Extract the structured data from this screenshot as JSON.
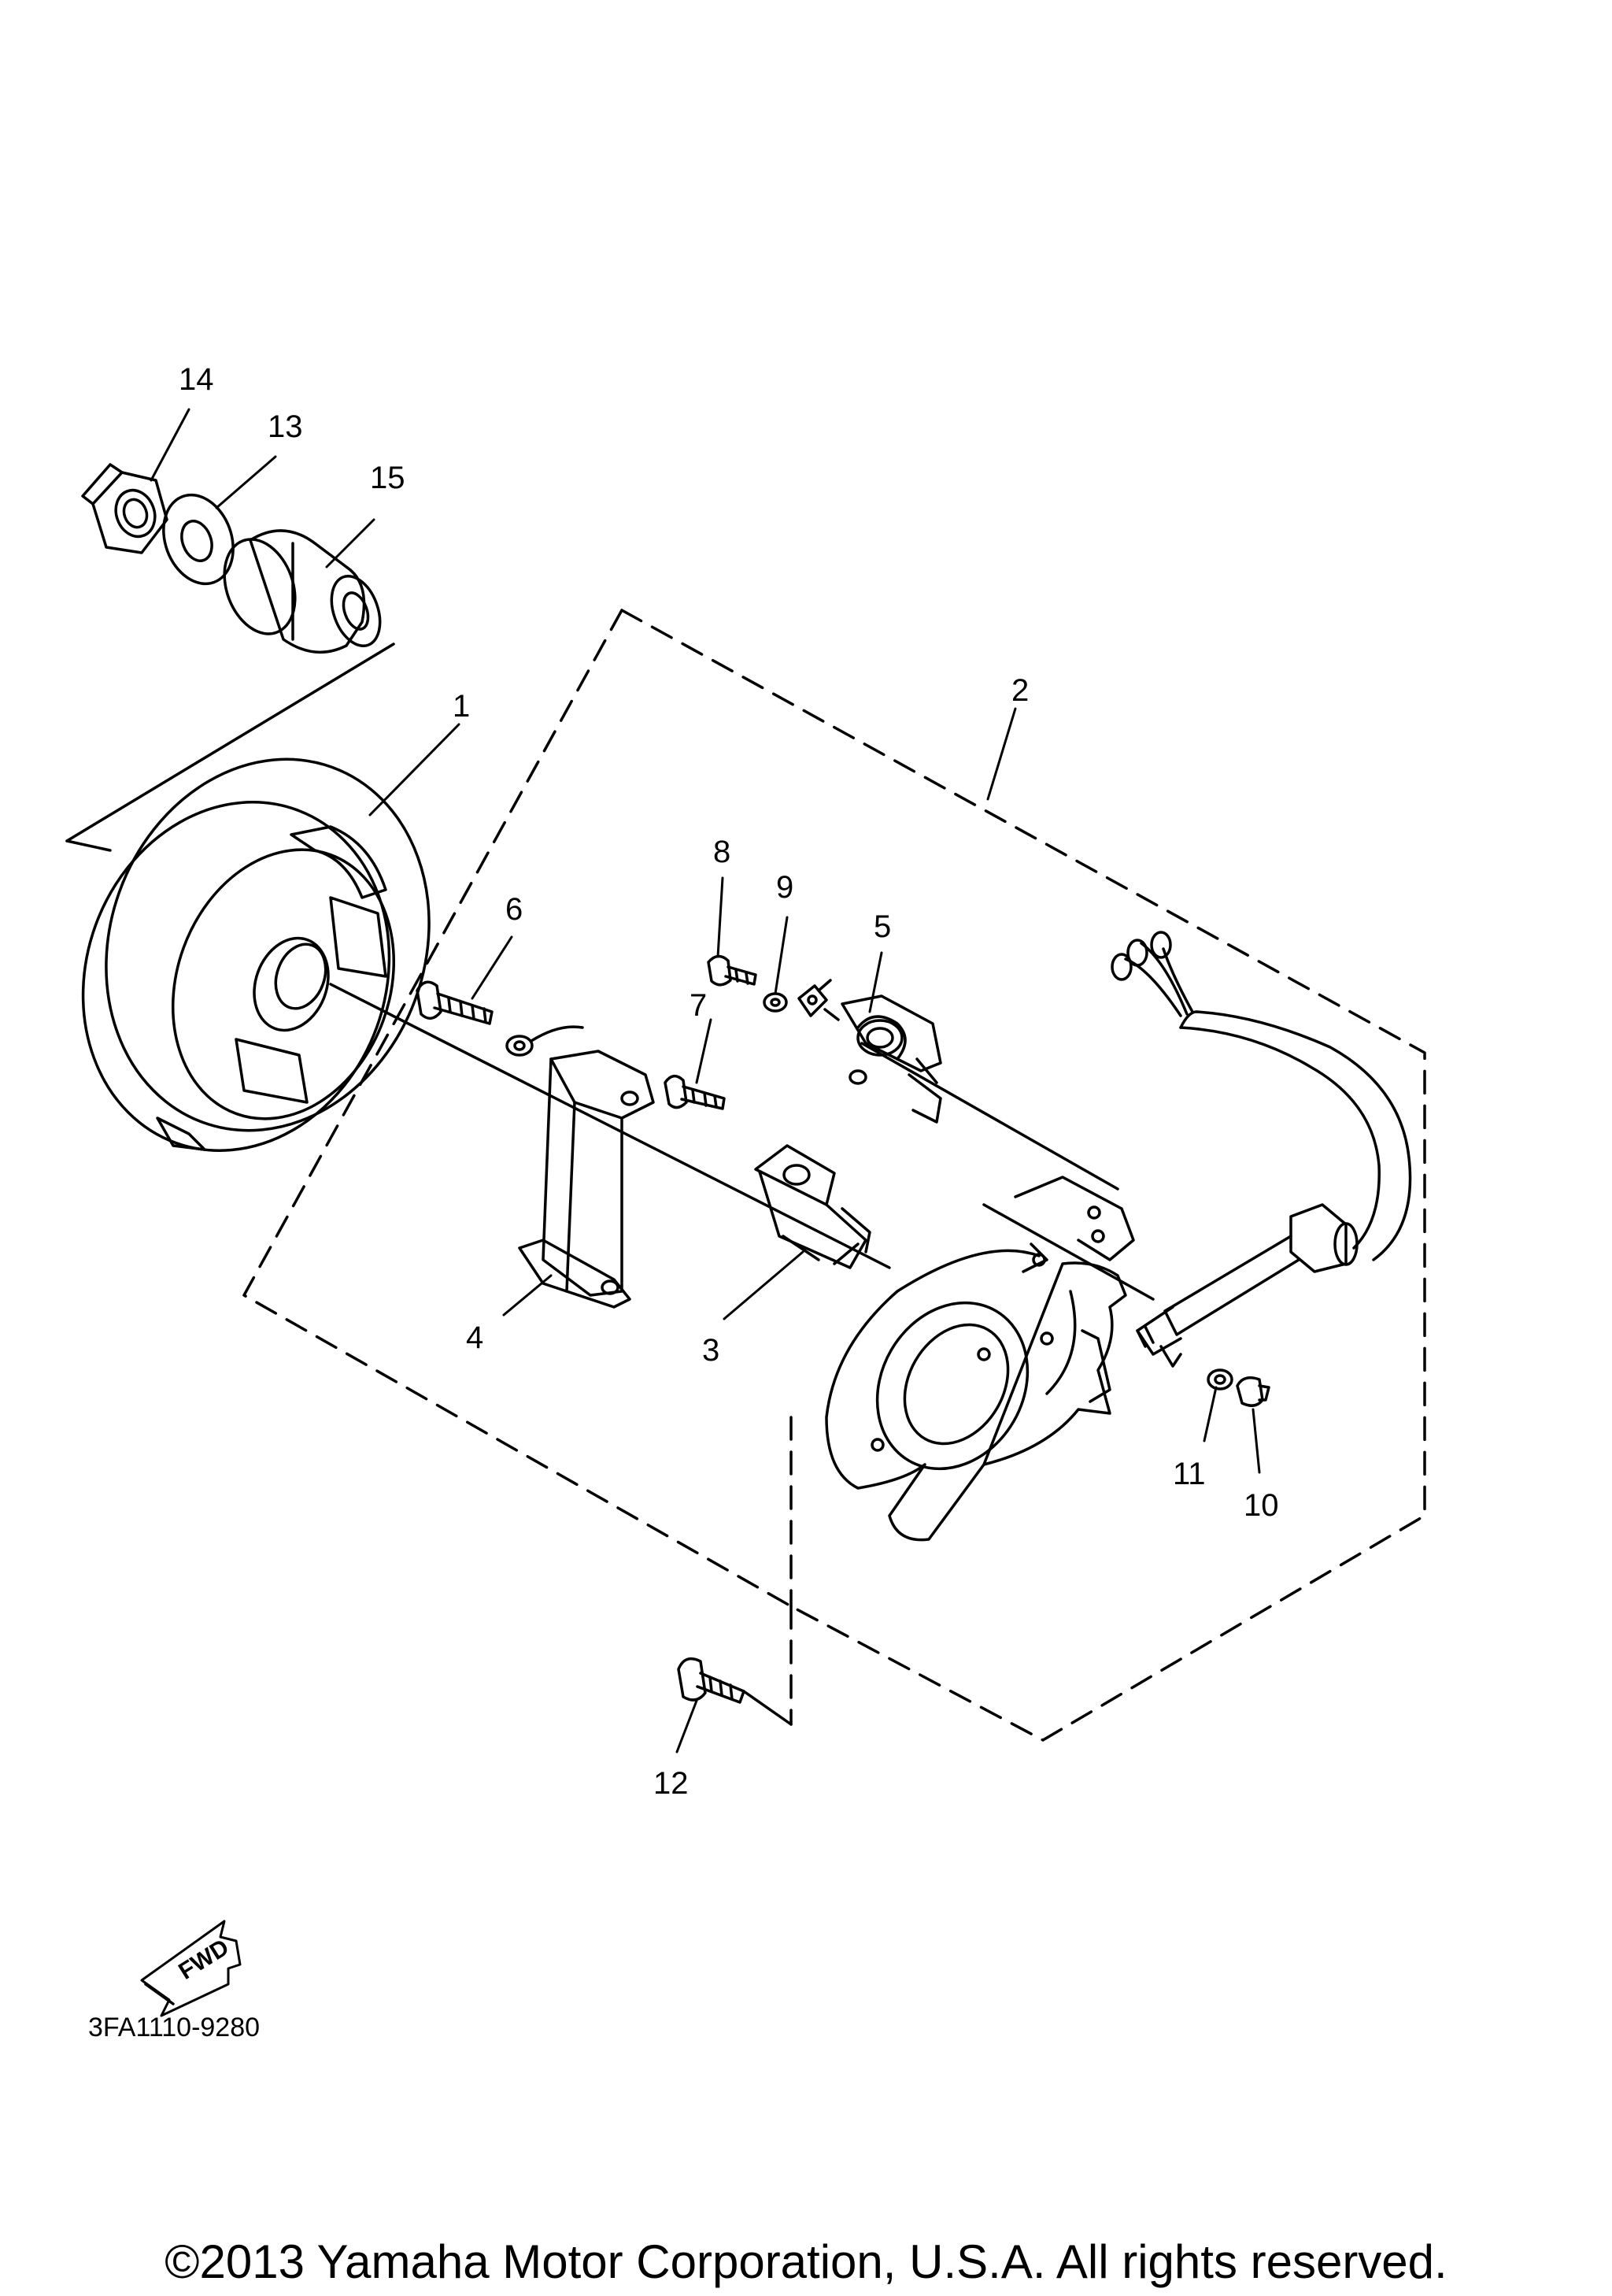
{
  "part_labels": [
    {
      "id": "1",
      "text": "1"
    },
    {
      "id": "2",
      "text": "2"
    },
    {
      "id": "3",
      "text": "3"
    },
    {
      "id": "4",
      "text": "4"
    },
    {
      "id": "5",
      "text": "5"
    },
    {
      "id": "6",
      "text": "6"
    },
    {
      "id": "7",
      "text": "7"
    },
    {
      "id": "8",
      "text": "8"
    },
    {
      "id": "9",
      "text": "9"
    },
    {
      "id": "10",
      "text": "10"
    },
    {
      "id": "11",
      "text": "11"
    },
    {
      "id": "12",
      "text": "12"
    },
    {
      "id": "13",
      "text": "13"
    },
    {
      "id": "14",
      "text": "14"
    },
    {
      "id": "15",
      "text": "15"
    }
  ],
  "fwd_label": "FWD",
  "diagram_code": "3FA1110-9280",
  "copyright": "©2013 Yamaha Motor Corporation, U.S.A. All rights reserved.",
  "colors": {
    "ink": "#000000",
    "background": "#ffffff"
  }
}
